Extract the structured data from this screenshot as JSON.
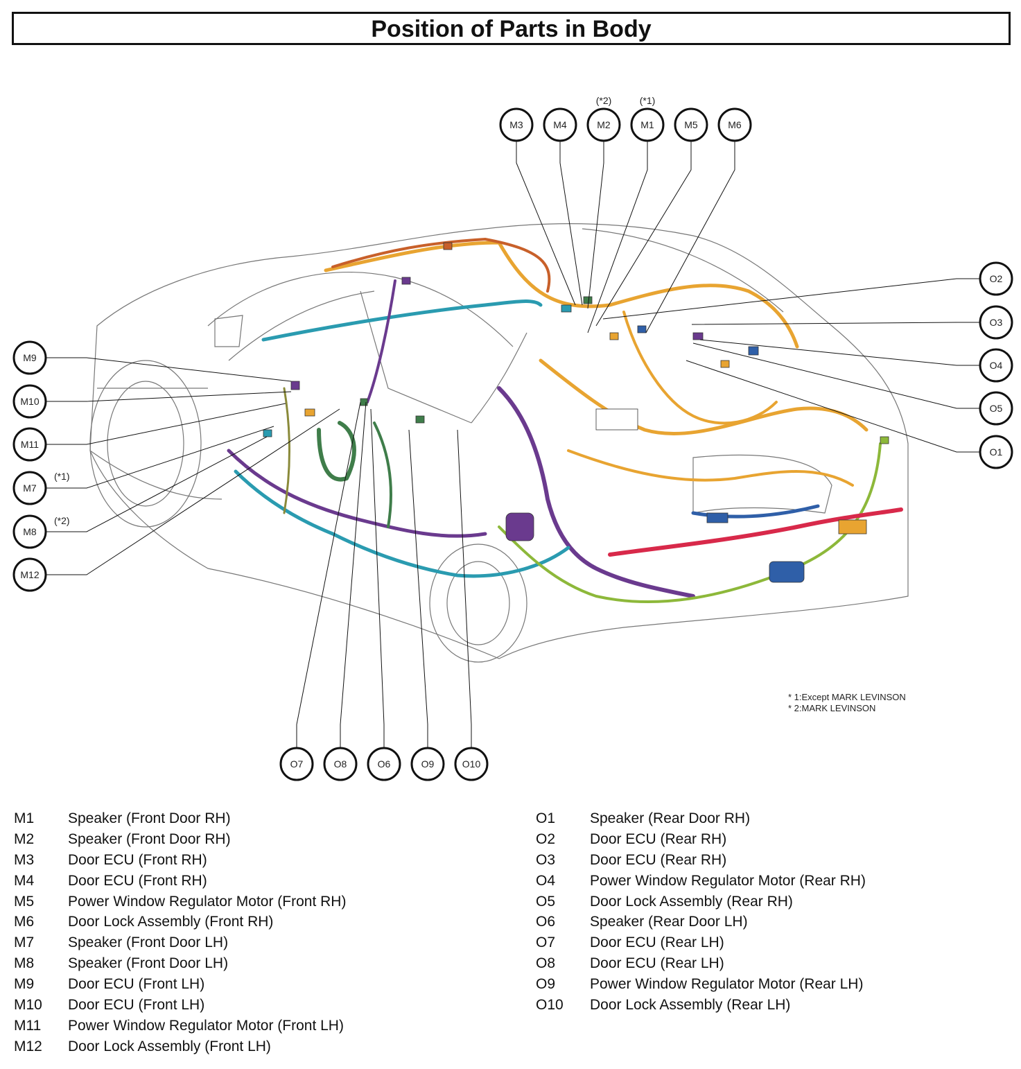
{
  "title": "Position of Parts in Body",
  "callouts": [
    {
      "id": "M3",
      "note": ""
    },
    {
      "id": "M4",
      "note": ""
    },
    {
      "id": "M2",
      "note": "(*2)"
    },
    {
      "id": "M1",
      "note": "(*1)"
    },
    {
      "id": "M5",
      "note": ""
    },
    {
      "id": "M6",
      "note": ""
    },
    {
      "id": "O2",
      "note": ""
    },
    {
      "id": "O3",
      "note": ""
    },
    {
      "id": "O4",
      "note": ""
    },
    {
      "id": "O5",
      "note": ""
    },
    {
      "id": "O1",
      "note": ""
    },
    {
      "id": "M9",
      "note": ""
    },
    {
      "id": "M10",
      "note": ""
    },
    {
      "id": "M11",
      "note": ""
    },
    {
      "id": "M7",
      "note": "(*1)"
    },
    {
      "id": "M8",
      "note": "(*2)"
    },
    {
      "id": "M12",
      "note": ""
    },
    {
      "id": "O7",
      "note": ""
    },
    {
      "id": "O8",
      "note": ""
    },
    {
      "id": "O6",
      "note": ""
    },
    {
      "id": "O9",
      "note": ""
    },
    {
      "id": "O10",
      "note": ""
    }
  ],
  "notes": [
    "* 1:Except MARK LEVINSON",
    "* 2:MARK LEVINSON"
  ],
  "legend_left": [
    {
      "code": "M1",
      "desc": "Speaker (Front Door RH)"
    },
    {
      "code": "M2",
      "desc": "Speaker (Front Door RH)"
    },
    {
      "code": "M3",
      "desc": "Door ECU (Front RH)"
    },
    {
      "code": "M4",
      "desc": "Door ECU (Front RH)"
    },
    {
      "code": "M5",
      "desc": "Power Window Regulator Motor (Front RH)"
    },
    {
      "code": "M6",
      "desc": "Door Lock Assembly (Front RH)"
    },
    {
      "code": "M7",
      "desc": "Speaker (Front Door LH)"
    },
    {
      "code": "M8",
      "desc": "Speaker (Front Door LH)"
    },
    {
      "code": "M9",
      "desc": "Door ECU (Front LH)"
    },
    {
      "code": "M10",
      "desc": "Door ECU (Front LH)"
    },
    {
      "code": "M11",
      "desc": "Power Window Regulator Motor (Front LH)"
    },
    {
      "code": "M12",
      "desc": "Door Lock Assembly (Front LH)"
    }
  ],
  "legend_right": [
    {
      "code": "O1",
      "desc": "Speaker (Rear Door RH)"
    },
    {
      "code": "O2",
      "desc": "Door ECU (Rear RH)"
    },
    {
      "code": "O3",
      "desc": "Door ECU (Rear RH)"
    },
    {
      "code": "O4",
      "desc": "Power Window Regulator Motor (Rear RH)"
    },
    {
      "code": "O5",
      "desc": "Door Lock Assembly (Rear RH)"
    },
    {
      "code": "O6",
      "desc": "Speaker (Rear Door LH)"
    },
    {
      "code": "O7",
      "desc": "Door ECU (Rear LH)"
    },
    {
      "code": "O8",
      "desc": "Door ECU (Rear LH)"
    },
    {
      "code": "O9",
      "desc": "Power Window Regulator Motor (Rear LH)"
    },
    {
      "code": "O10",
      "desc": "Door Lock Assembly (Rear LH)"
    }
  ],
  "colors": {
    "harness_orange": "#e8a431",
    "harness_purple": "#6a3a8e",
    "harness_teal": "#2a9bb0",
    "harness_green": "#3f7d4a",
    "harness_lime": "#8db83a",
    "harness_red": "#d8294a",
    "harness_blue": "#2f5fa8",
    "harness_rust": "#c8602a",
    "harness_olive": "#8a8a3a"
  }
}
